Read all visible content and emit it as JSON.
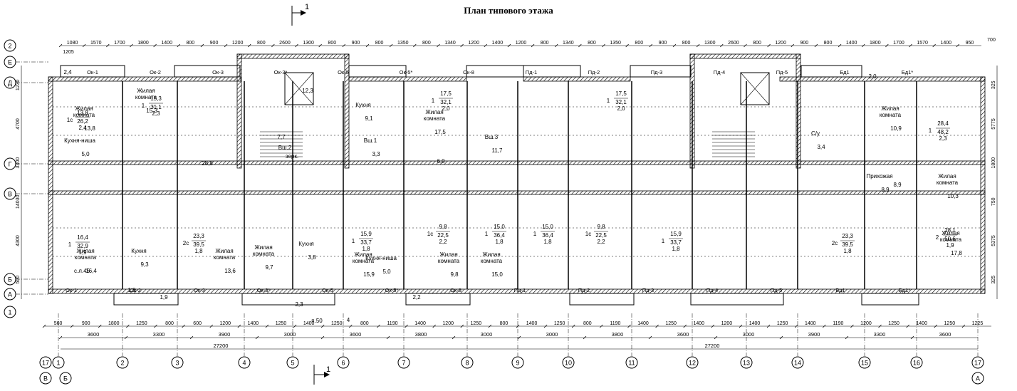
{
  "title": "План типового этажа",
  "section_mark": "1",
  "row_axes": [
    "Е",
    "Д",
    "Г",
    "В",
    "Б",
    "А"
  ],
  "row_axis_left_extra": [
    "2",
    "1"
  ],
  "column_axes": [
    "1",
    "2",
    "3",
    "4",
    "5",
    "6",
    "7",
    "8",
    "9",
    "10",
    "11",
    "12",
    "13",
    "14",
    "15",
    "16",
    "17"
  ],
  "column_axes_extra": [
    "17",
    "В",
    "Б",
    "А"
  ],
  "dims_top": [
    "1080",
    "1570",
    "1700",
    "1800",
    "1400",
    "800",
    "900",
    "1200",
    "800",
    "2600",
    "1300",
    "800",
    "900",
    "800",
    "1350",
    "800",
    "1340",
    "1200",
    "1400",
    "1200",
    "800",
    "1340",
    "800",
    "1350",
    "800",
    "900",
    "800",
    "1300",
    "2600",
    "800",
    "1200",
    "900",
    "800",
    "1400",
    "1800",
    "1700",
    "1570",
    "1400",
    "950"
  ],
  "dims_top_small": [
    "1205",
    "700"
  ],
  "dims_bottom_1": [
    "560",
    "900",
    "1800",
    "1250",
    "800",
    "600",
    "1200",
    "1400",
    "1250",
    "1400",
    "1250",
    "800",
    "1190",
    "1400",
    "1200",
    "1250",
    "800",
    "1400",
    "1250",
    "800",
    "1190",
    "1400",
    "1250",
    "1400",
    "1200",
    "1400",
    "1250",
    "1400",
    "1190",
    "1200",
    "1250",
    "1400",
    "1250",
    "1225"
  ],
  "dims_bottom_2": [
    "3600",
    "3300",
    "3900",
    "3000",
    "3600",
    "3800",
    "3000",
    "3000",
    "3800",
    "3600",
    "3000",
    "3900",
    "3300",
    "3600"
  ],
  "dims_bottom_total": "27200",
  "dims_left": [
    "1230",
    "4700",
    "3300",
    "14030",
    "4300",
    "500"
  ],
  "dims_right": [
    "325",
    "5775",
    "1800",
    "750",
    "5375",
    "325"
  ],
  "door_marks": [
    "Ок-1",
    "Ок-2",
    "Ок-3",
    "Ок-3*",
    "Ок-5",
    "Ок-5*",
    "Ок-8",
    "Пд-1",
    "Пд-2",
    "Пд-3",
    "Пд-4",
    "Пд-5",
    "Бд1",
    "Бд1*"
  ],
  "rooms": [
    {
      "name": "Жилая комната",
      "area": "13,8"
    },
    {
      "name": "Жилая комната",
      "area": "15,3"
    },
    {
      "name": "Кухня-ниша",
      "area": "5,0"
    },
    {
      "name": "Жилая комната",
      "area": "17,5"
    },
    {
      "name": "Кухня",
      "area": "9,1"
    },
    {
      "name": "Вш.1",
      "area": "3,3"
    },
    {
      "name": "С/у",
      "area": "3,4"
    },
    {
      "name": "Вш.3",
      "area": "11,7"
    },
    {
      "name": "Прихожая",
      "area": "8,9"
    },
    {
      "name": "Жилая комната",
      "area": "10,3"
    },
    {
      "name": "Жилая комната",
      "area": "10,9"
    },
    {
      "name": "Жилая комната",
      "area": "17,8"
    },
    {
      "name": "Жилая комната",
      "area": "16,4"
    },
    {
      "name": "Кухня",
      "area": "9,3"
    },
    {
      "name": "Жилая комната",
      "area": "13,6"
    },
    {
      "name": "Жилая комната",
      "area": "9,7"
    },
    {
      "name": "Кухня",
      "area": "3,8"
    },
    {
      "name": "Жилая комната",
      "area": "15,9"
    },
    {
      "name": "Кухня-ниша",
      "area": "5,0"
    },
    {
      "name": "Жилая комната",
      "area": "9,8"
    },
    {
      "name": "Жилая комната",
      "area": "15,0"
    }
  ],
  "apartments": [
    {
      "label": "1с",
      "a": "13,8",
      "b": "26,2",
      "c": "2,4"
    },
    {
      "label": "1",
      "a": "15,3",
      "b": "31,1",
      "c": "2,3"
    },
    {
      "label": "1",
      "a": "17,5",
      "b": "32,1",
      "c": "2,0"
    },
    {
      "label": "1",
      "a": "17,5",
      "b": "32,1",
      "c": "2,0"
    },
    {
      "label": "1",
      "a": "28,4",
      "b": "48,2",
      "c": "2,3"
    },
    {
      "label": "1",
      "a": "16,4",
      "b": "32,9",
      "c": "1,9"
    },
    {
      "label": "2с",
      "a": "23,3",
      "b": "39,5",
      "c": "1,8"
    },
    {
      "label": "1",
      "a": "15,9",
      "b": "33,7",
      "c": "1,8"
    },
    {
      "label": "1с",
      "a": "9,8",
      "b": "22,5",
      "c": "2,2"
    },
    {
      "label": "1",
      "a": "15,0",
      "b": "36,4",
      "c": "1,8"
    },
    {
      "label": "1",
      "a": "15,0",
      "b": "36,4",
      "c": "1,8"
    },
    {
      "label": "1с",
      "a": "9,8",
      "b": "22,5",
      "c": "2,2"
    },
    {
      "label": "1",
      "a": "15,9",
      "b": "33,7",
      "c": "1,8"
    },
    {
      "label": "2с",
      "a": "23,3",
      "b": "39,5",
      "c": "1,8"
    },
    {
      "label": "2",
      "a": "28,1",
      "b": "50,6",
      "c": "1,9"
    }
  ],
  "misc_labels": [
    "12,3",
    "7,7",
    "28,8",
    "6,0",
    "8,9",
    "с.л.45",
    "п.50",
    "4",
    "Вш.2",
    "зерк.",
    "1,8",
    "1,9",
    "2,2",
    "2,0",
    "2,3",
    "2,4"
  ],
  "colors": {
    "wall": "#000000",
    "hatch": "#000000",
    "line": "#000000"
  }
}
